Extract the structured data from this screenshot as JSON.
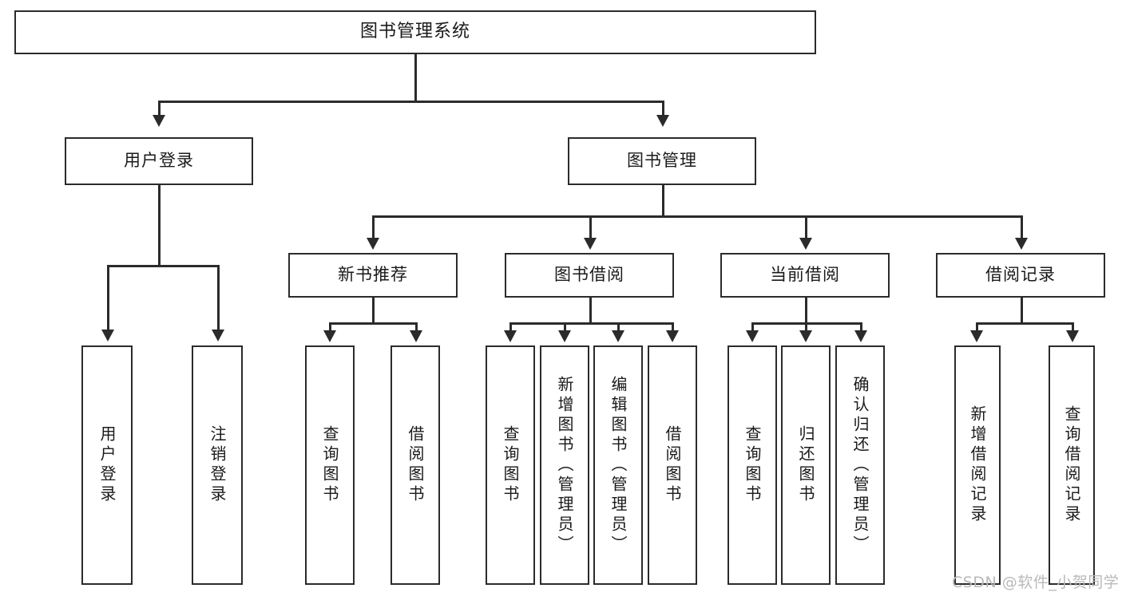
{
  "diagram": {
    "type": "tree",
    "title": "图书管理系统",
    "watermark": "CSDN @软件_小贺同学",
    "root": {
      "label": "图书管理系统"
    },
    "level2": [
      {
        "label": "用户登录"
      },
      {
        "label": "图书管理"
      }
    ],
    "level3": [
      {
        "label": "新书推荐"
      },
      {
        "label": "图书借阅"
      },
      {
        "label": "当前借阅"
      },
      {
        "label": "借阅记录"
      }
    ],
    "leaves": {
      "user_login": [
        {
          "label": "用户登录"
        },
        {
          "label": "注销登录"
        }
      ],
      "new_book_recommend": [
        {
          "label": "查询图书"
        },
        {
          "label": "借阅图书"
        }
      ],
      "book_borrow": [
        {
          "label": "查询图书"
        },
        {
          "label": "新增图书（管理员）"
        },
        {
          "label": "编辑图书（管理员）"
        },
        {
          "label": "借阅图书"
        }
      ],
      "current_borrow": [
        {
          "label": "查询图书"
        },
        {
          "label": "归还图书"
        },
        {
          "label": "确认归还（管理员）"
        }
      ],
      "borrow_record": [
        {
          "label": "新增借阅记录"
        },
        {
          "label": "查询借阅记录"
        }
      ]
    },
    "colors": {
      "stroke": "#2b2b2b",
      "fill": "#ffffff",
      "text": "#1a1a1a",
      "watermark": "#b9b9b9"
    }
  }
}
